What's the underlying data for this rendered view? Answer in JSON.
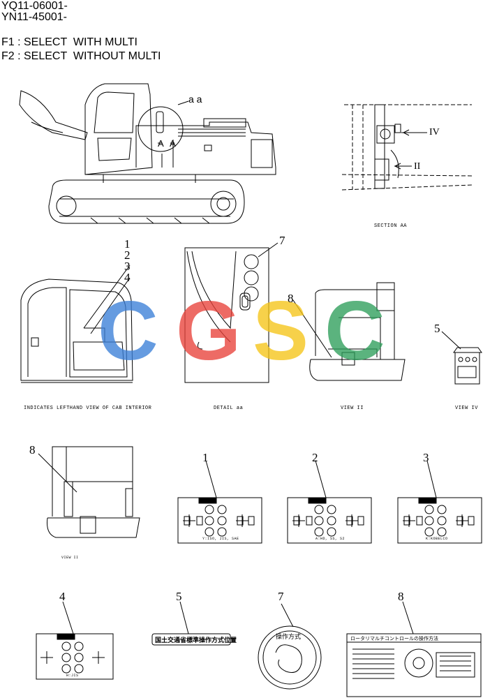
{
  "header": {
    "serial_1": "YQ11-06001-",
    "serial_2": "YN11-45001-",
    "f1": "F1 : SELECT  WITH MULTI",
    "f2": "F2 : SELECT  WITHOUT MULTI"
  },
  "views": {
    "section_aa": "SECTION AA",
    "cab_interior": "INDICATES LEFTHAND VIEW OF CAB INTERIOR",
    "detail_aa": "DETAIL aa",
    "view_ii": "VIEW II",
    "view_iv": "VIEW IV",
    "view_ii_small": "VIEW II"
  },
  "callouts": {
    "aa": "a a",
    "a_left": "A",
    "a_right": "A",
    "roman_iv": "IV",
    "roman_ii": "II"
  },
  "part_numbers": {
    "cab_1": "1",
    "cab_2": "2",
    "cab_3": "3",
    "cab_4": "4",
    "detail_7": "7",
    "view2_8": "8",
    "view4_5": "5",
    "lower_8": "8",
    "decal_1": "1",
    "decal_2": "2",
    "decal_3": "3",
    "decal_4": "4",
    "decal_5": "5",
    "decal_7": "7",
    "decal_8": "8"
  },
  "decals": {
    "d1_caption": "Y:ISO, JIS, SAE",
    "d2_caption": "A:HD, SS, S2",
    "d3_caption": "K:KOBELCO",
    "d4_caption": "H:JIS",
    "d5_text": "国土交通省標準操作方式位置",
    "d7_text": "操作方式",
    "d8_title": "ロータリマルチコントロールの操作方法"
  },
  "watermark": {
    "letters": [
      "C",
      "G",
      "S",
      "C"
    ],
    "colors": [
      "#3b7fd8",
      "#e8423a",
      "#f5c518",
      "#2e9e5b"
    ]
  }
}
